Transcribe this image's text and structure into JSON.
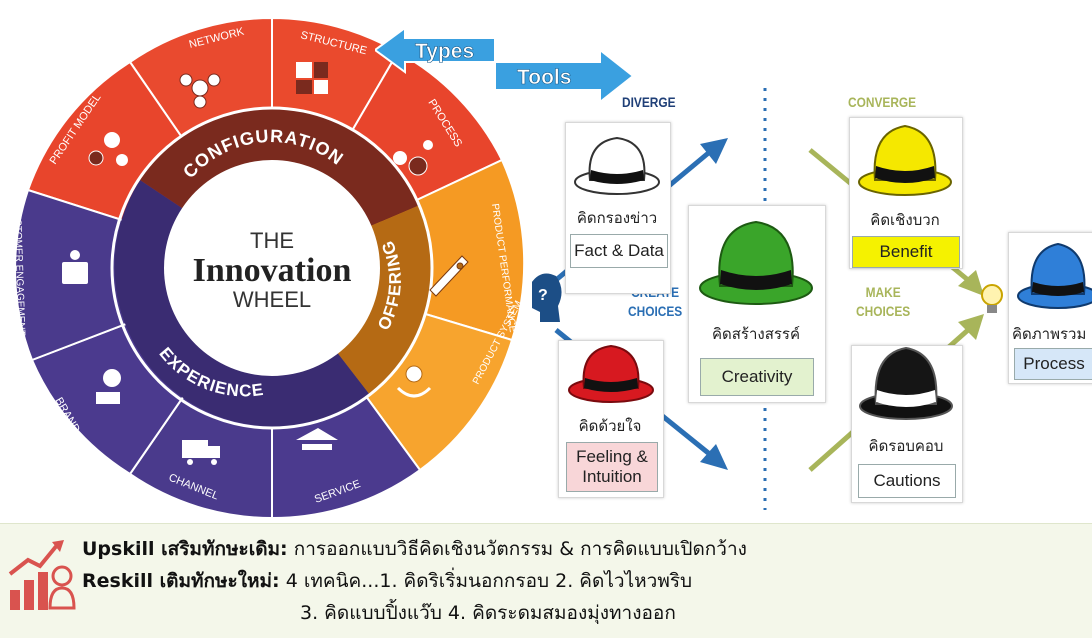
{
  "wheel": {
    "title_line1": "THE",
    "title_line2": "Innovation",
    "title_line3": "WHEEL",
    "ring_configuration": "CONFIGURATION",
    "ring_offering": "OFFERING",
    "ring_experience": "EXPERIENCE",
    "seg_network": "NETWORK",
    "seg_structure": "STRUCTURE",
    "seg_process": "PROCESS",
    "seg_profit_model": "PROFIT MODEL",
    "seg_product_performance": "PRODUCT PERFORMANCE",
    "seg_product_system": "PRODUCT SYSTEM",
    "seg_service": "SERVICE",
    "seg_channel": "CHANNEL",
    "seg_brand": "BRAND",
    "seg_customer_engagement": "CUSTOMER ENGAGEMENT"
  },
  "arrows": {
    "types": "Types",
    "tools": "Tools"
  },
  "stages": {
    "diverge": "DIVERGE",
    "create_choices_1": "CREATE",
    "create_choices_2": "CHOICES",
    "converge": "CONVERGE",
    "make_choices_1": "MAKE",
    "make_choices_2": "CHOICES"
  },
  "hats": {
    "white": {
      "name": "คิดกรองข่าว",
      "label": "Fact & Data",
      "color": "#ffffff"
    },
    "red": {
      "name": "คิดด้วยใจ",
      "label1": "Feeling &",
      "label2": "Intuition",
      "color": "#d71920"
    },
    "green": {
      "name": "คิดสร้างสรรค์",
      "label": "Creativity",
      "color": "#3aa52a"
    },
    "yellow": {
      "name": "คิดเชิงบวก",
      "label": "Benefit",
      "color": "#f5e800"
    },
    "black": {
      "name": "คิดรอบคอบ",
      "label": "Cautions",
      "color": "#111111"
    },
    "blue": {
      "name": "คิดภาพรวม",
      "label": "Process",
      "color": "#2f7fd8"
    }
  },
  "bottom": {
    "line1_bold": "Upskill เสริมทักษะเดิม:",
    "line1_text": " การออกแบบวิธีคิดเชิงนวัตกรรม & การคิดแบบเปิดกว้าง",
    "line2_bold": "Reskill เติมทักษะใหม่:",
    "line2_text": " 4 เทคนิค...1. คิดริเริ่มนอกกรอบ 2. คิดไวไหวพริบ",
    "line3_text": "3. คิดแบบปิ้งแว๊บ 4. คิดระดมสมองมุ่งทางออก"
  },
  "colors": {
    "red_segment": "#e8452c",
    "orange_segment": "#f59a23",
    "purple_segment": "#4b3a8e",
    "inner_config": "#7a2a1e",
    "inner_offering": "#b56a14",
    "inner_experience": "#3a2c72",
    "arrow_blue": "#3aa0e0",
    "olive_arrow": "#a8b55a"
  }
}
